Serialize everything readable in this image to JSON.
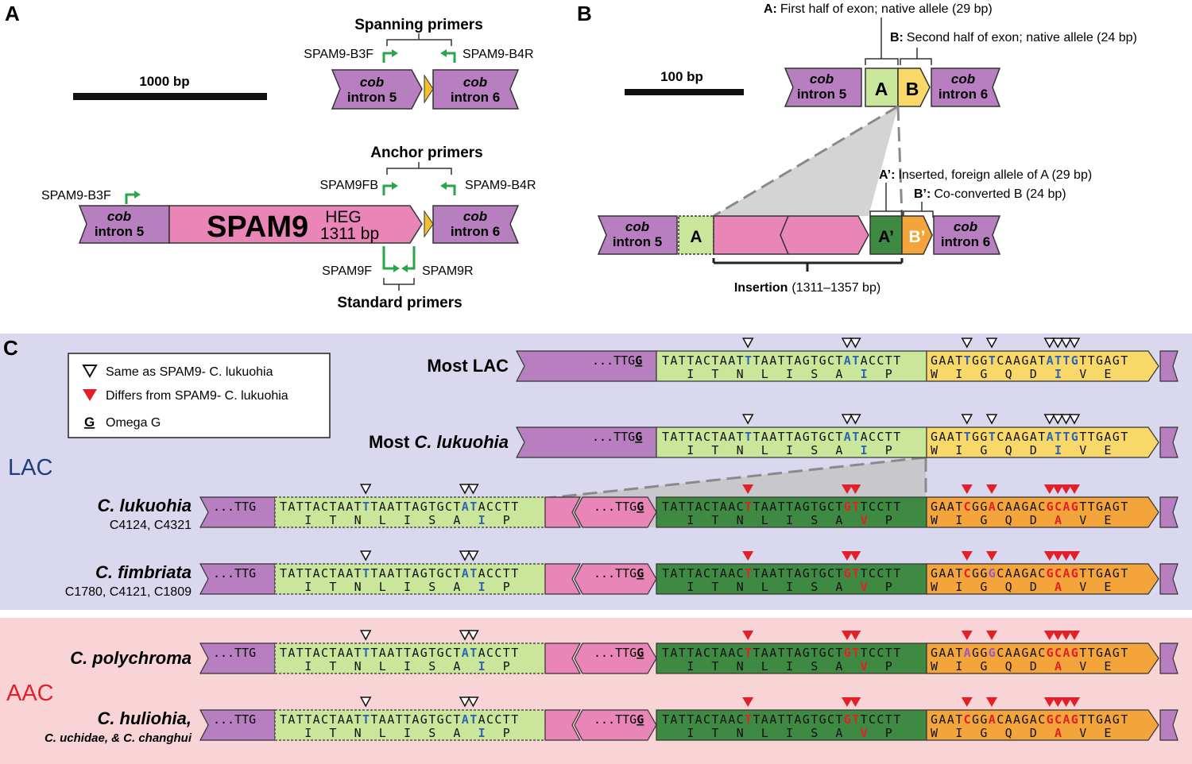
{
  "panelA": {
    "label": "A",
    "scale": "1000 bp",
    "spanning": "Spanning primers",
    "anchor": "Anchor primers",
    "standard": "Standard primers",
    "b3f": "SPAM9-B3F",
    "b4r": "SPAM9-B4R",
    "fb": "SPAM9FB",
    "f": "SPAM9F",
    "r": "SPAM9R",
    "cob": "cob",
    "intron5": "intron 5",
    "intron6": "intron 6",
    "spam9": "SPAM9",
    "heg": "HEG",
    "bp1311": "1311 bp"
  },
  "panelB": {
    "label": "B",
    "scale": "100 bp",
    "a_head": "A:",
    "a_text": "First half of exon; native allele (29 bp)",
    "b_head": "B:",
    "b_text": "Second half of exon; native allele (24 bp)",
    "ap_head": "A’:",
    "ap_text": "Inserted, foreign allele of A (29 bp)",
    "bp_head": "B’:",
    "bp_text": "Co-converted B (24 bp)",
    "A": "A",
    "B": "B",
    "Ap": "A’",
    "Bp": "B’",
    "insertion": "Insertion",
    "ins_range": "(1311–1357 bp)"
  },
  "panelC": {
    "label": "C",
    "legend_same": "Same as SPAM9- C. lukuohia",
    "legend_diff": "Differs from SPAM9- C. lukuohia",
    "legend_g": "G",
    "legend_omega": "Omega G",
    "lac": "LAC",
    "aac": "AAC",
    "ttg": "...TTG",
    "g": "G",
    "aa_a": "I T N L I S A I P",
    "aa_b": "W I G Q D I V E",
    "rows": [
      {
        "name": "Most LAC",
        "sub": "",
        "native": true
      },
      {
        "name": "Most C. lukuohia",
        "sub": "",
        "native": true
      },
      {
        "name": "C. lukuohia",
        "sub": "C4124, C4321",
        "native": false,
        "b4": "A"
      },
      {
        "name": "C. fimbriata",
        "sub": "C1780, C4121, C1809",
        "native": false,
        "b4": "G"
      },
      {
        "name": "C. polychroma",
        "sub": "",
        "native": false,
        "b1": "A",
        "b4": "G"
      },
      {
        "name": "C. huliohia,",
        "sub": "C. uchidae, & C. changhui",
        "native": false,
        "b4": "A"
      }
    ]
  },
  "colors": {
    "purple": "#b77fbf",
    "pink": "#ea86b7",
    "lightgreen": "#c9e69b",
    "darkgreen": "#3f8a43",
    "yellow": "#f9d86a",
    "orange": "#f3a53c",
    "lacbg": "#d9d8ee",
    "aacbg": "#f8d4d6",
    "blue": "#2f63b5",
    "red": "#e2202a",
    "green": "#2aa64a"
  }
}
